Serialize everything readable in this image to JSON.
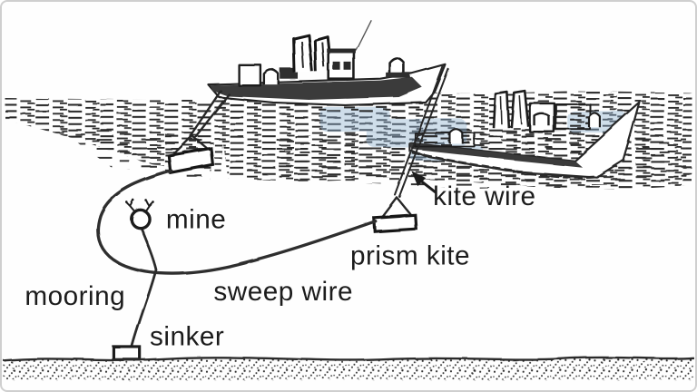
{
  "labels": {
    "mine": "mine",
    "kite_wire": "kite wire",
    "prism_kite": "prism kite",
    "sweep_wire": "sweep wire",
    "mooring": "mooring",
    "sinker": "sinker"
  },
  "colors": {
    "ink": "#222222",
    "label_text": "#1c1c1c",
    "paper": "#fefefe",
    "sea_tint": "#8fb0d0",
    "frame_border": "#cfcfcf"
  },
  "scene": {
    "components": [
      "sea-surface",
      "ship-foreground",
      "ship-background",
      "kite",
      "kite-wire",
      "prism-kite",
      "sweep-wire",
      "mine",
      "mooring-line",
      "sinker",
      "seabed"
    ]
  }
}
